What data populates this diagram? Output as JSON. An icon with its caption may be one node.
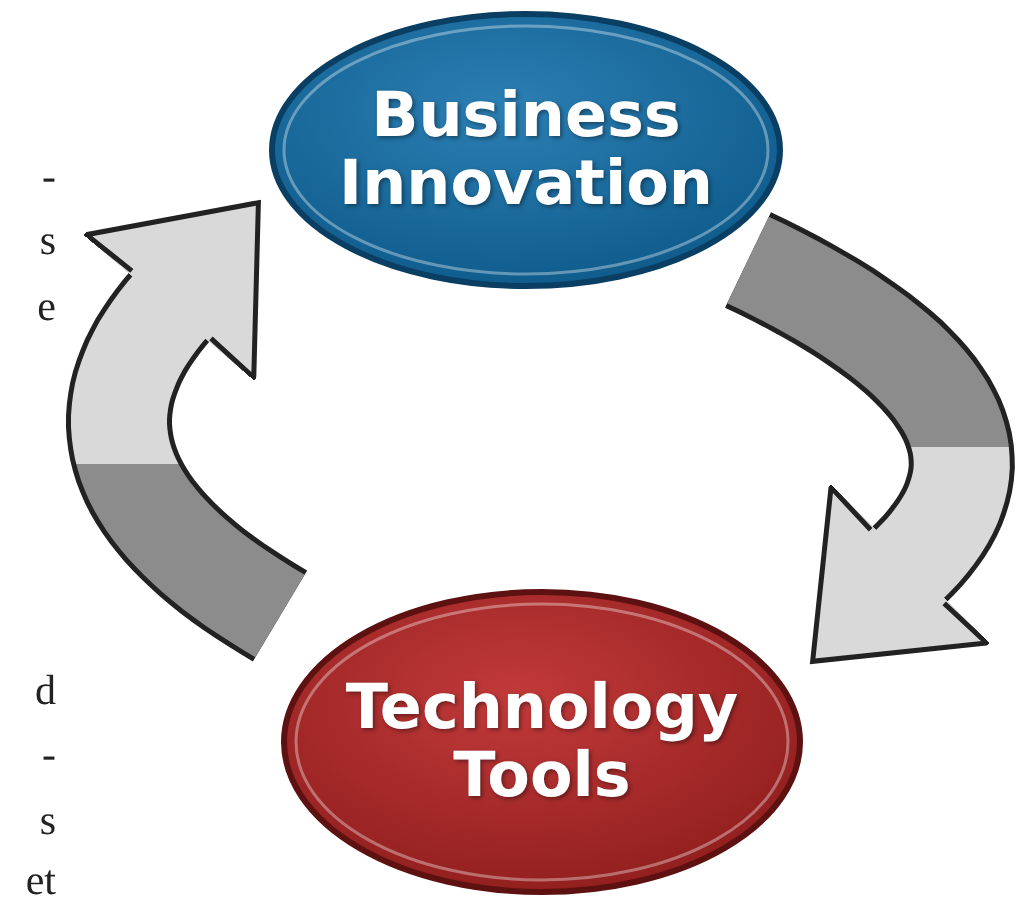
{
  "diagram": {
    "nodes": [
      {
        "text": [
          "Business Innovation"
        ]
      },
      {
        "text": [
          "Technology Tools"
        ]
      }
    ],
    "edges": [
      {
        "from": 0,
        "to": 1,
        "arrow": "to"
      },
      {
        "from": 1,
        "to": 0,
        "arrow": "to"
      }
    ],
    "labels": [
      "-",
      "s",
      "e",
      "d",
      "-",
      "s",
      "et"
    ]
  }
}
